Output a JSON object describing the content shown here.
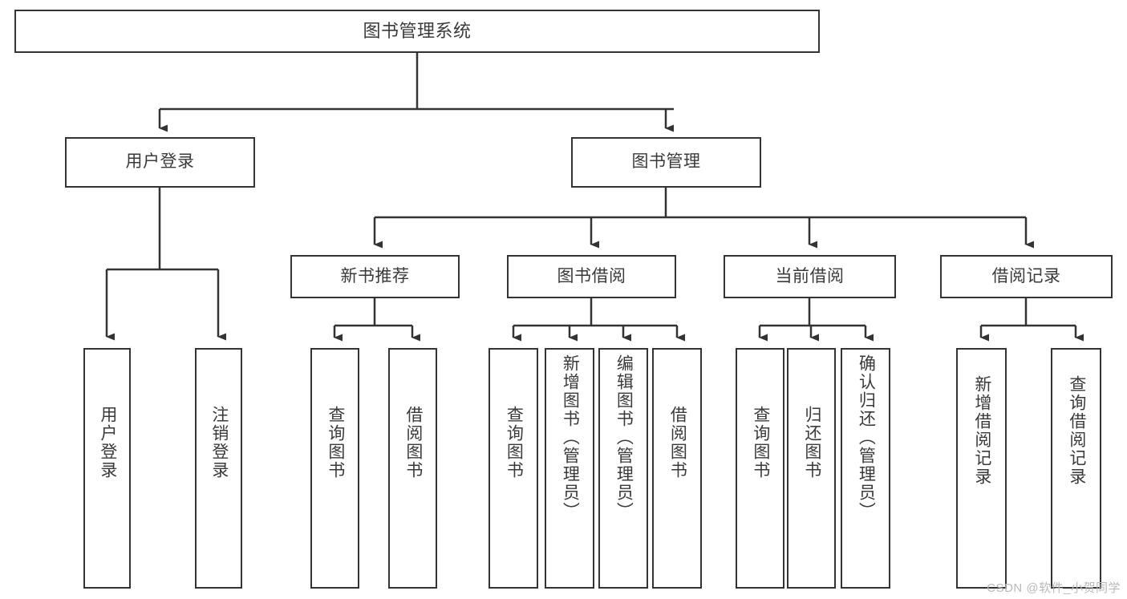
{
  "diagram": {
    "title": "图书管理系统",
    "type": "tree",
    "colors": {
      "box_border": "#333333",
      "box_fill": "#ffffff",
      "text": "#3a3a3a",
      "connector": "#333333",
      "watermark": "#b9b9b9"
    },
    "watermark": "CSDN @软件_小贺同学",
    "nodes": {
      "root": {
        "label": "图书管理系统"
      },
      "level2": [
        {
          "label": "用户登录"
        },
        {
          "label": "图书管理"
        }
      ],
      "level3": [
        {
          "label": "新书推荐"
        },
        {
          "label": "图书借阅"
        },
        {
          "label": "当前借阅"
        },
        {
          "label": "借阅记录"
        }
      ],
      "leaves_user_login": [
        {
          "label": "用户登录"
        },
        {
          "label": "注销登录"
        }
      ],
      "leaves_new_books": [
        {
          "label": "查询图书"
        },
        {
          "label": "借阅图书"
        }
      ],
      "leaves_borrow": [
        {
          "label": "查询图书"
        },
        {
          "label": "新增图书（管理员）"
        },
        {
          "label": "编辑图书（管理员）"
        },
        {
          "label": "借阅图书"
        }
      ],
      "leaves_current": [
        {
          "label": "查询图书"
        },
        {
          "label": "归还图书"
        },
        {
          "label": "确认归还（管理员）"
        }
      ],
      "leaves_records": [
        {
          "label": "新增借阅记录"
        },
        {
          "label": "查询借阅记录"
        }
      ]
    }
  }
}
